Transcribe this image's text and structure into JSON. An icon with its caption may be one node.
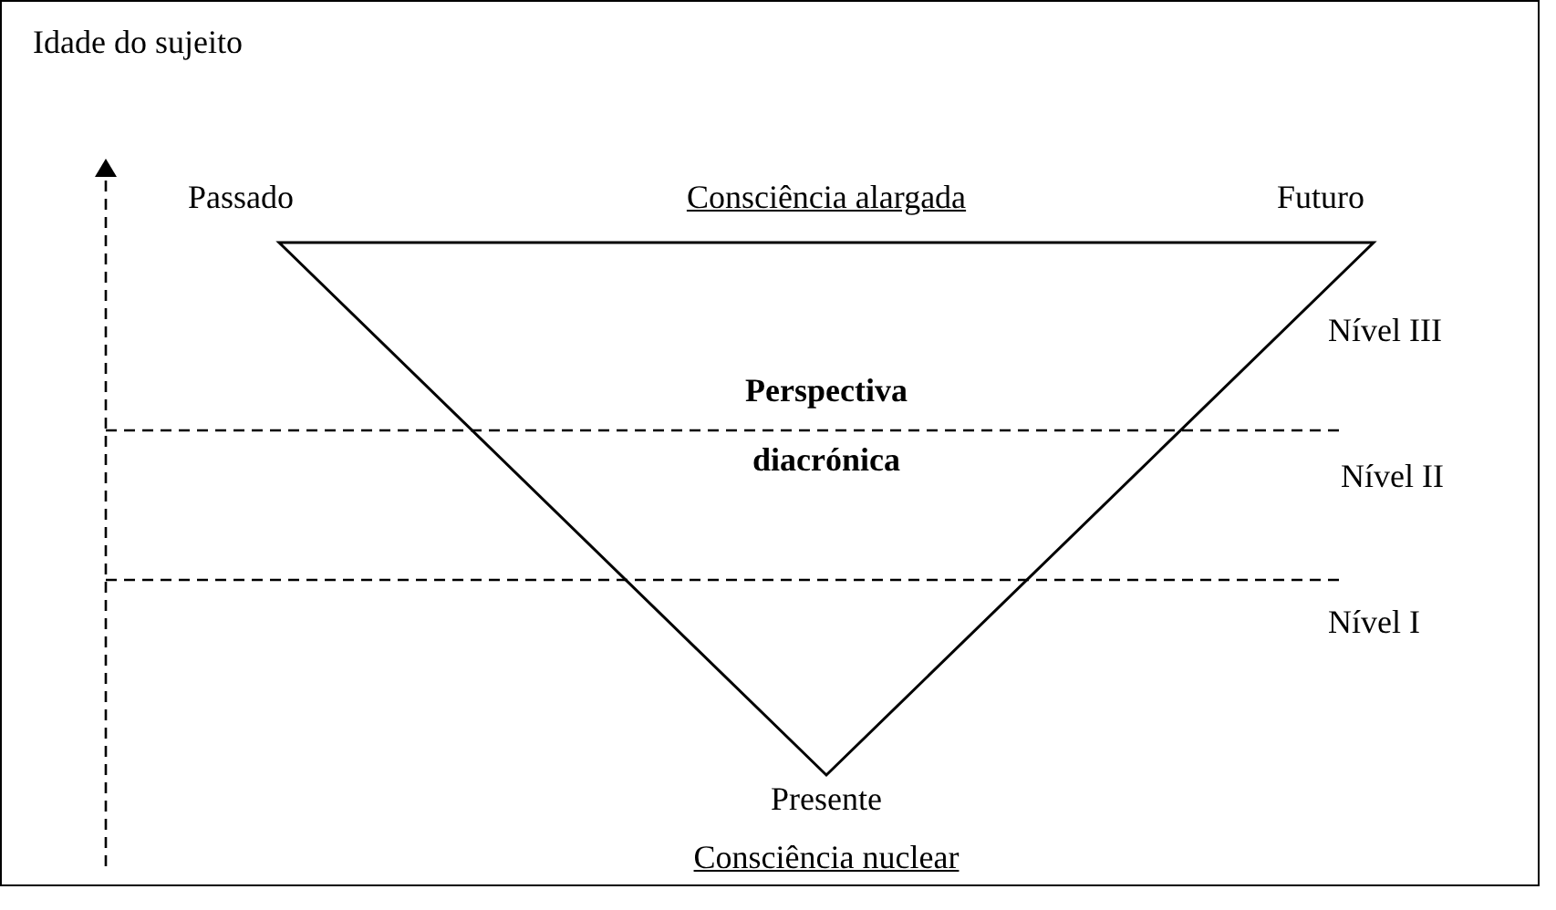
{
  "diagram": {
    "nodes": [
      {
        "text": [
          "Perspectiva diacrónica"
        ]
      }
    ],
    "edges": [],
    "labels": [
      "Idade do sujeito",
      "Passado",
      "Consciência alargada",
      "Futuro",
      "Nível III",
      "Nível II",
      "Nível I",
      "Presente",
      "Consciência nuclear"
    ]
  }
}
